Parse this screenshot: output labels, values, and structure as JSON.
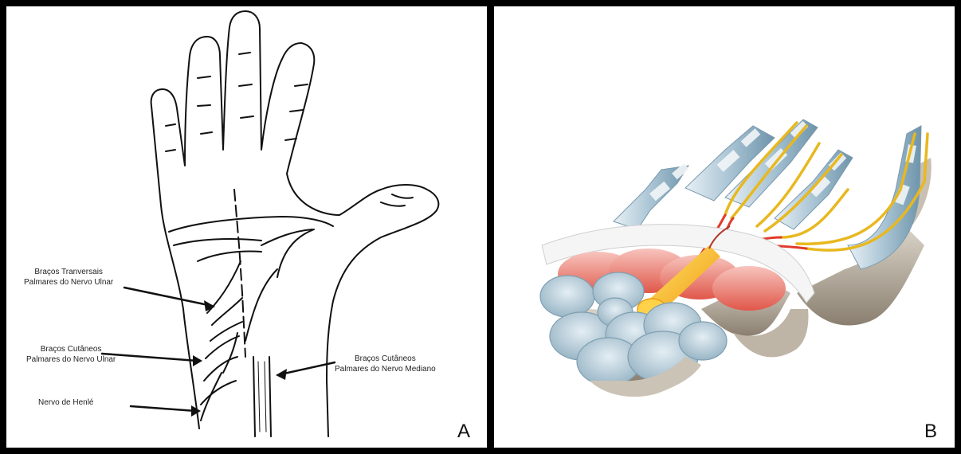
{
  "panel_a": {
    "letter": "A",
    "labels": {
      "transversais_l1": "Braços Tranversais",
      "transversais_l2": "Palmares do Nervo Ulnar",
      "cutaneos_ulnar_l1": "Braços Cutâneos",
      "cutaneos_ulnar_l2": "Palmares do Nervo Ulnar",
      "henle": "Nervo de Henlé",
      "cutaneos_mediano_l1": "Braços Cutâneos",
      "cutaneos_mediano_l2": "Palmares do Nervo Mediano"
    }
  },
  "panel_b": {
    "letter": "B"
  },
  "colors": {
    "line": "#111111",
    "tendon": "#b9d1de",
    "bone": "#a89d8c",
    "nerve": "#f0c020",
    "vessel": "#e03a2a",
    "ligament": "#f4f4f4"
  }
}
